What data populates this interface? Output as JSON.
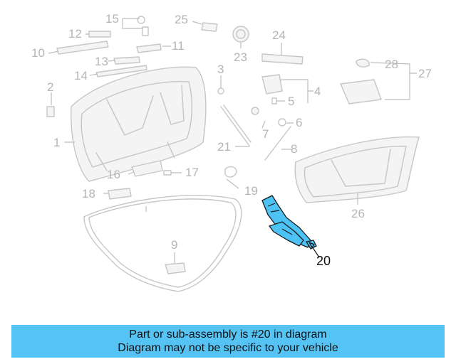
{
  "diagram": {
    "callouts": {
      "c1": "1",
      "c2": "2",
      "c3": "3",
      "c4": "4",
      "c5": "5",
      "c6": "6",
      "c7": "7",
      "c8": "8",
      "c9": "9",
      "c10": "10",
      "c11": "11",
      "c12": "12",
      "c13": "13",
      "c14": "14",
      "c15": "15",
      "c16": "16",
      "c17": "17",
      "c18": "18",
      "c19": "19",
      "c20": "20",
      "c21": "21",
      "c23": "23",
      "c24": "24",
      "c25": "25",
      "c26": "26",
      "c27": "27",
      "c28": "28"
    },
    "highlighted_part": "20",
    "colors": {
      "highlight": "#4cc3f4",
      "faded": "#c6c6c6",
      "banner": "#55c4f5"
    }
  },
  "banner": {
    "line1": "Part or sub-assembly is #20 in diagram",
    "line2": "Diagram may not be specific to your vehicle"
  }
}
